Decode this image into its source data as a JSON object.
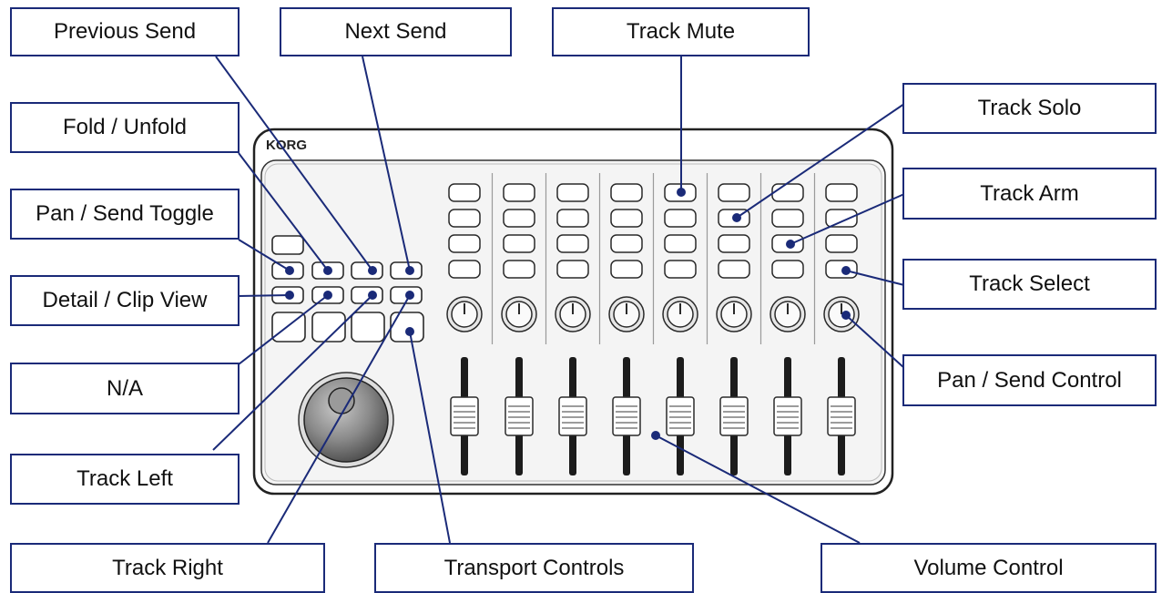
{
  "device": {
    "brand": "KORG"
  },
  "labels": {
    "previous_send": "Previous Send",
    "next_send": "Next Send",
    "track_mute": "Track Mute",
    "fold_unfold": "Fold / Unfold",
    "track_solo": "Track Solo",
    "pan_send_toggle": "Pan / Send Toggle",
    "track_arm": "Track Arm",
    "detail_clip_view": "Detail / Clip View",
    "track_select": "Track Select",
    "na": "N/A",
    "pan_send_control": "Pan / Send Control",
    "track_left": "Track Left",
    "track_right": "Track Right",
    "transport_controls": "Transport Controls",
    "volume_control": "Volume Control"
  },
  "colors": {
    "leader": "#1a2a78",
    "box_border": "#1a2a78",
    "device_outline": "#222222"
  }
}
